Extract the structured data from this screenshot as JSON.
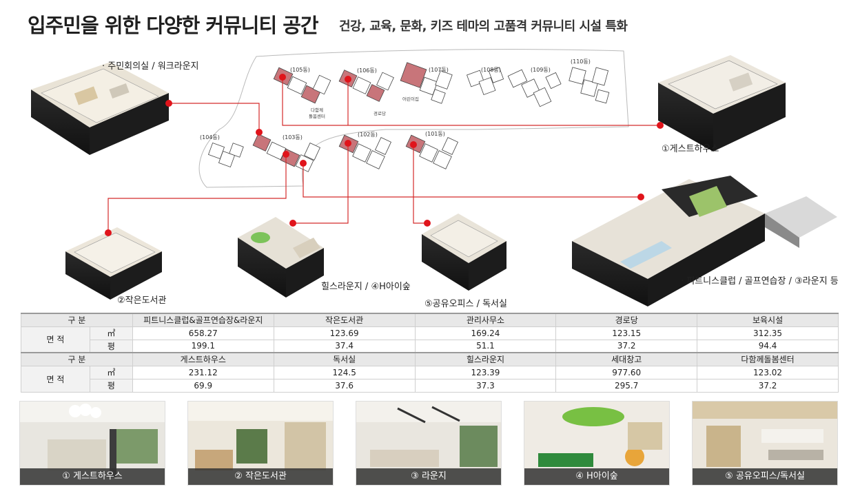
{
  "header": {
    "title": "입주민을 위한 다양한 커뮤니티 공간",
    "subtitle": "건강, 교육, 문화, 키즈 테마의 고품격 커뮤니티 시설 특화"
  },
  "colors": {
    "accent_red": "#e0141b",
    "highlight_pink": "#c8757a",
    "line_red": "#d42a2a"
  },
  "map": {
    "labels": {
      "meeting": "·  주민회의실 / 워크라운지",
      "guesthouse": "①게스트하우스",
      "library": "②작은도서관",
      "hills": "힐스라운지 / ④H아이숲",
      "office": "⑤공유오피스 / 독서실",
      "fitness": "·  피트니스클럽 / 골프연습장 / ③라운지 등"
    },
    "dongs": [
      "(105동)",
      "(106동)",
      "(107동)",
      "(108동)",
      "(109동)",
      "(110동)",
      "(104동)",
      "(103동)",
      "(102동)",
      "(101동)"
    ],
    "facility_tags": [
      "다함께\n돌봄센터",
      "경로당",
      "어린이집"
    ]
  },
  "area_table": {
    "header1": [
      "구 분",
      "피트니스클럽&골프연습장&라운지",
      "작은도서관",
      "관리사무소",
      "경로당",
      "보육시설"
    ],
    "rows1": [
      {
        "group": "면  적",
        "unit": "㎡",
        "values": [
          "658.27",
          "123.69",
          "169.24",
          "123.15",
          "312.35"
        ]
      },
      {
        "unit": "평",
        "values": [
          "199.1",
          "37.4",
          "51.1",
          "37.2",
          "94.4"
        ]
      }
    ],
    "header2": [
      "구 분",
      "게스트하우스",
      "독서실",
      "힐스라운지",
      "세대창고",
      "다함께돌봄센터"
    ],
    "rows2": [
      {
        "group": "면  적",
        "unit": "㎡",
        "values": [
          "231.12",
          "124.5",
          "123.39",
          "977.60",
          "123.02"
        ]
      },
      {
        "unit": "평",
        "values": [
          "69.9",
          "37.6",
          "37.3",
          "295.7",
          "37.2"
        ]
      }
    ]
  },
  "photos": [
    {
      "caption": "① 게스트하우스"
    },
    {
      "caption": "② 작은도서관"
    },
    {
      "caption": "③ 라운지"
    },
    {
      "caption": "④ H아이숲"
    },
    {
      "caption": "⑤ 공유오피스/독서실"
    }
  ]
}
